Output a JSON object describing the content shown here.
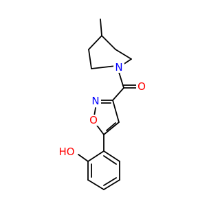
{
  "atoms": {
    "n_piperidine": {
      "text": "N",
      "color": "#0000ff"
    },
    "o_carbonyl": {
      "text": "O",
      "color": "#ff0000"
    },
    "n_isoxazole": {
      "text": "N",
      "color": "#0000ff"
    },
    "o_isoxazole": {
      "text": "O",
      "color": "#ff0000"
    },
    "ho_phenol": {
      "text": "HO",
      "color": "#ff0000"
    }
  }
}
